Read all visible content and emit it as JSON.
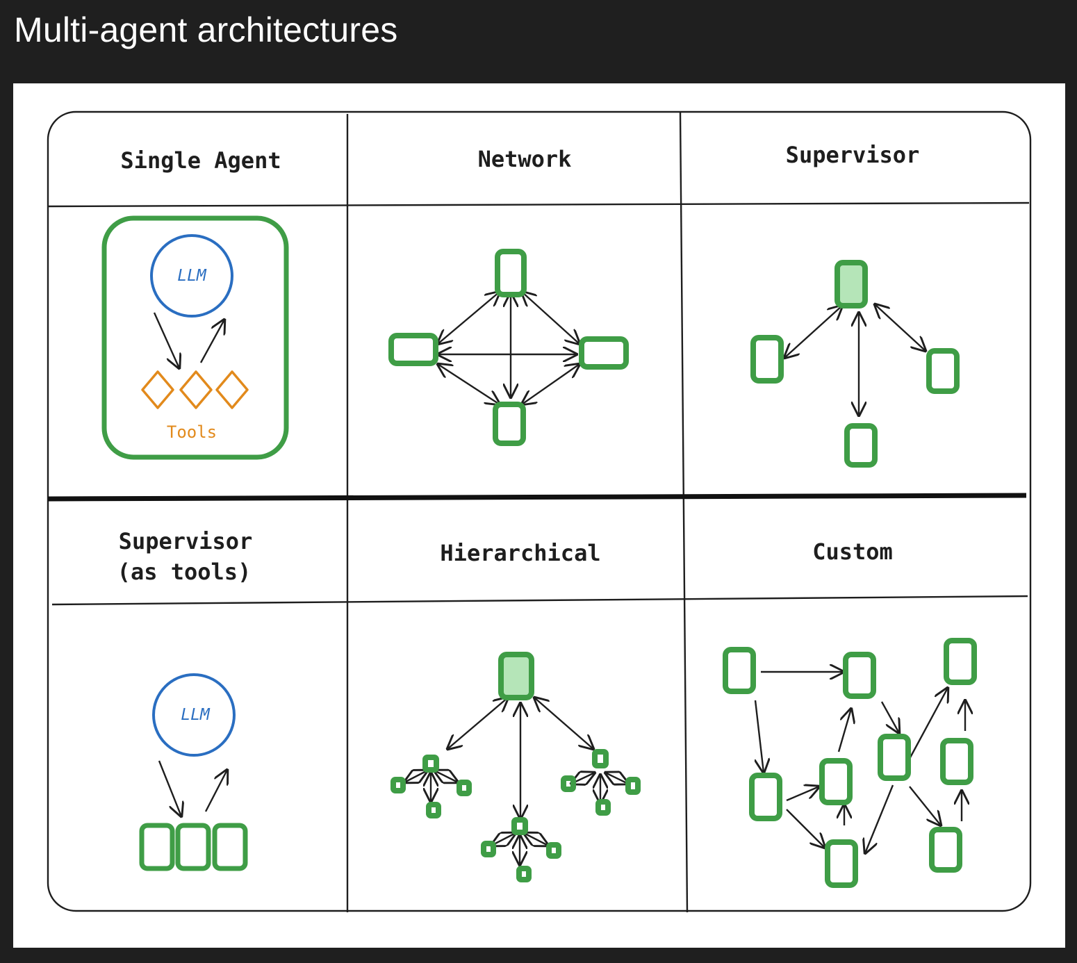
{
  "page": {
    "title": "Multi-agent architectures"
  },
  "cells": [
    {
      "id": "single-agent",
      "header_lines": [
        "Single Agent"
      ],
      "llm_label": "LLM",
      "tools_label": "Tools"
    },
    {
      "id": "network",
      "header_lines": [
        "Network"
      ]
    },
    {
      "id": "supervisor",
      "header_lines": [
        "Supervisor"
      ]
    },
    {
      "id": "supervisor-as-tools",
      "header_lines": [
        "Supervisor",
        "(as tools)"
      ],
      "llm_label": "LLM"
    },
    {
      "id": "hierarchical",
      "header_lines": [
        "Hierarchical"
      ]
    },
    {
      "id": "custom",
      "header_lines": [
        "Custom"
      ]
    }
  ],
  "colors": {
    "agent_node": "#3f9d46",
    "agent_node_fill": "#b5e5b8",
    "llm": "#2a6ec1",
    "tools": "#e28a1c",
    "lines": "#1e1e1e",
    "background": "#1f1f1f"
  }
}
